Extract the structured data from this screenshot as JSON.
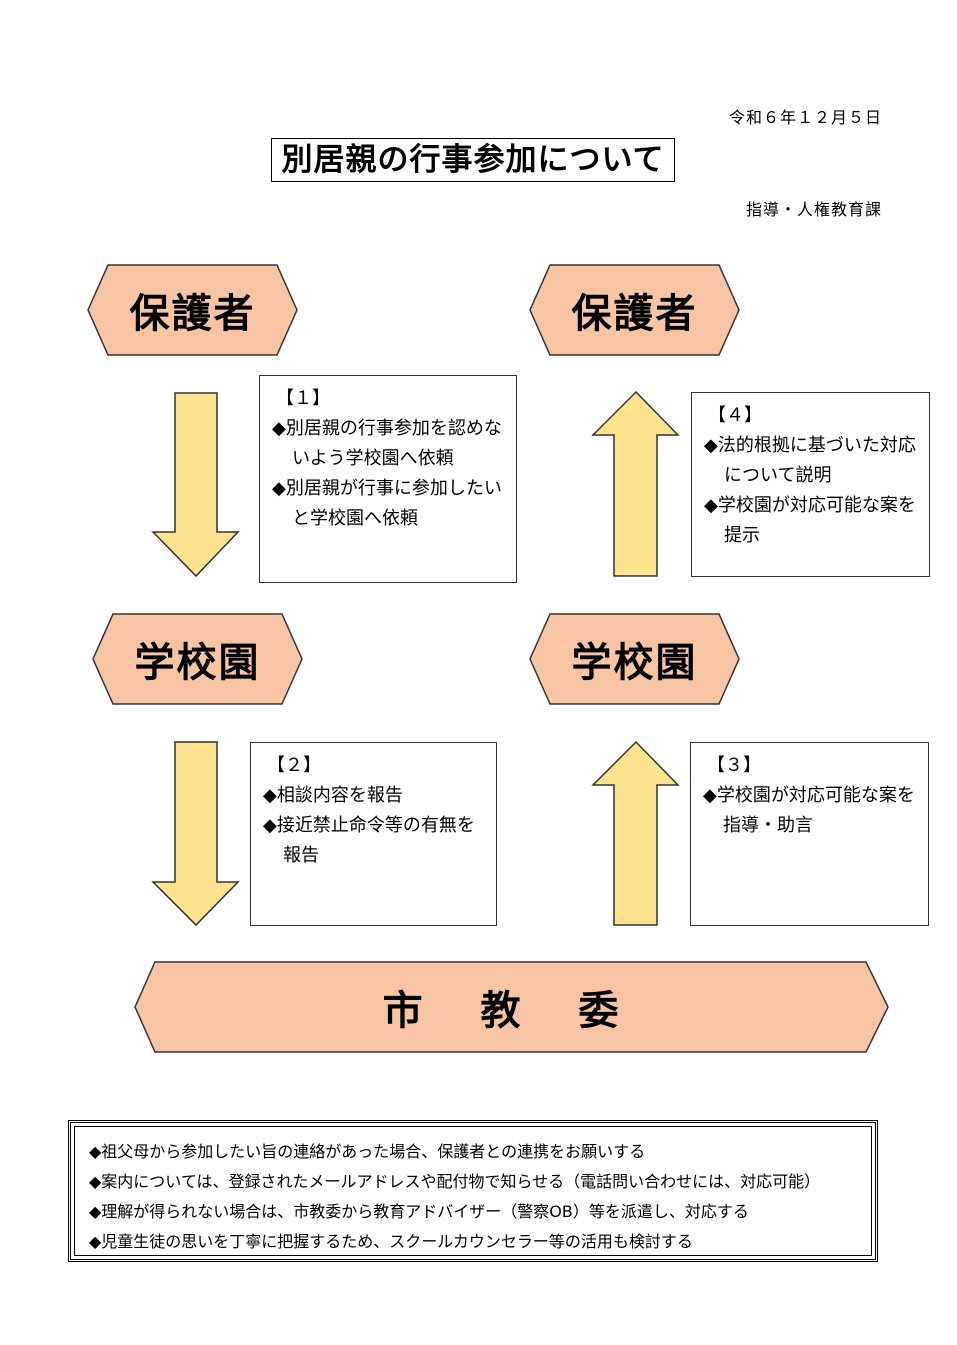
{
  "header": {
    "date": "令和６年１２月５日",
    "title": "別居親の行事参加について",
    "department": "指導・人権教育課"
  },
  "colors": {
    "hexagon_fill": "#f7c5a4",
    "arrow_fill": "#fde290",
    "stroke": "#333333"
  },
  "nodes": {
    "guardian_left": "保護者",
    "guardian_right": "保護者",
    "school_left": "学校園",
    "school_right": "学校園",
    "city_board": "市 教 委"
  },
  "steps": [
    {
      "label": "【１】",
      "items": [
        "◆別居親の行事参加を認めないよう学校園へ依頼",
        "◆別居親が行事に参加したいと学校園へ依頼"
      ]
    },
    {
      "label": "【２】",
      "items": [
        "◆相談内容を報告",
        "◆接近禁止命令等の有無を報告"
      ]
    },
    {
      "label": "【３】",
      "items": [
        "◆学校園が対応可能な案を指導・助言"
      ]
    },
    {
      "label": "【４】",
      "items": [
        "◆法的根拠に基づいた対応について説明",
        "◆学校園が対応可能な案を提示"
      ]
    }
  ],
  "notes": [
    "◆祖父母から参加したい旨の連絡があった場合、保護者との連携をお願いする",
    "◆案内については、登録されたメールアドレスや配付物で知らせる（電話問い合わせには、対応可能）",
    "◆理解が得られない場合は、市教委から教育アドバイザー（警察OB）等を派遣し、対応する",
    "◆児童生徒の思いを丁寧に把握するため、スクールカウンセラー等の活用も検討する"
  ]
}
